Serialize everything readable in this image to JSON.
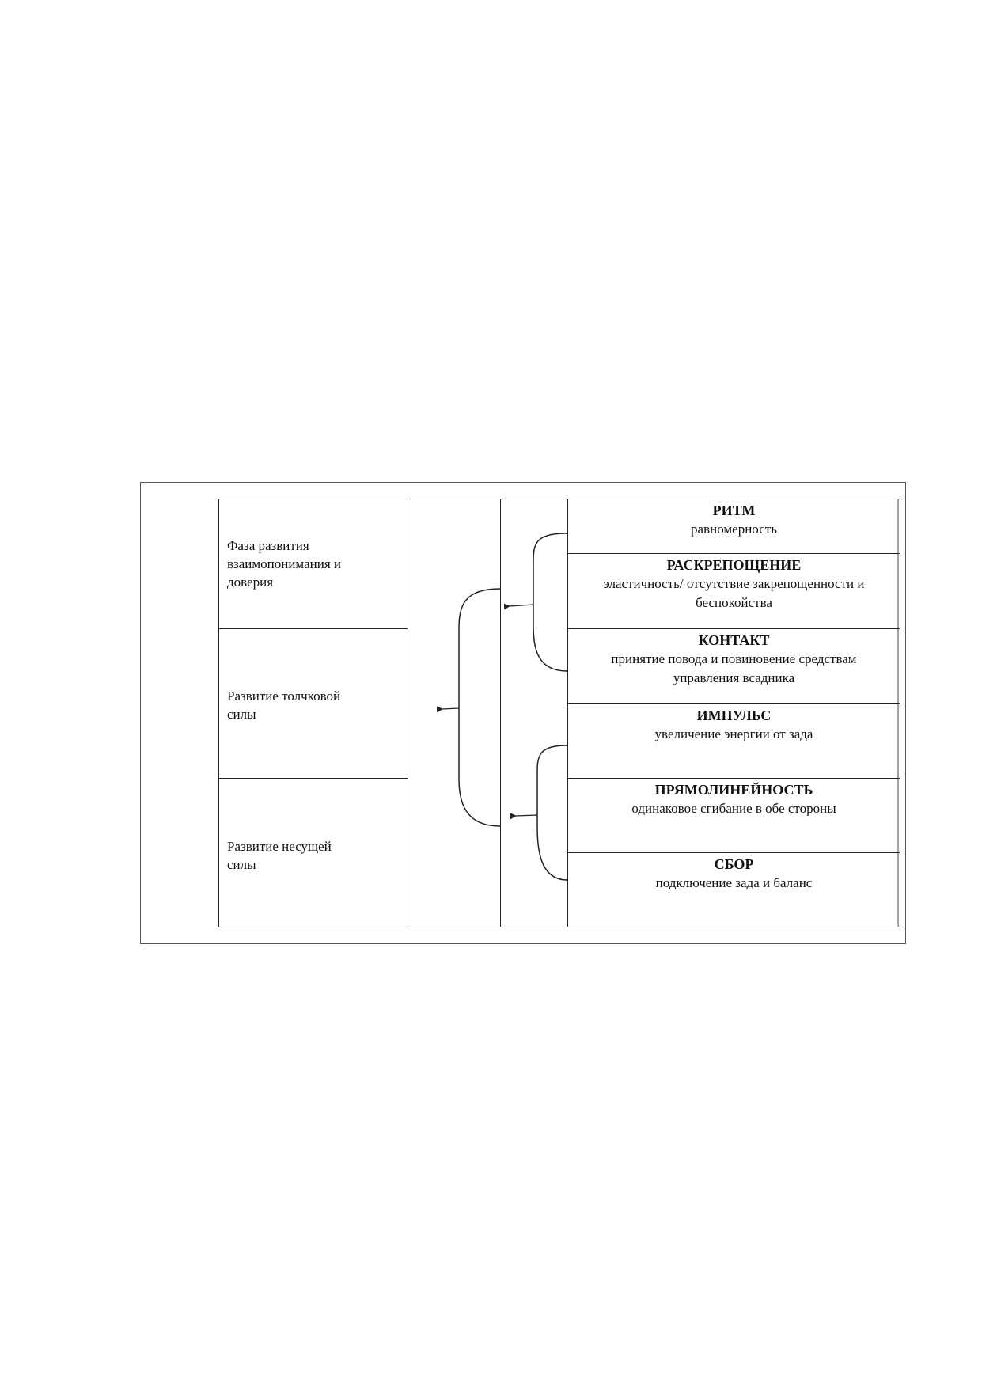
{
  "phases": [
    {
      "lines": [
        "Фаза развития",
        "взаимопонимания и",
        "доверия"
      ]
    },
    {
      "lines": [
        "Развитие толчковой",
        "силы"
      ]
    },
    {
      "lines": [
        "Развитие несущей",
        "силы"
      ]
    }
  ],
  "stages": [
    {
      "title": "РИТМ",
      "desc": [
        "равномерность"
      ]
    },
    {
      "title": "РАСКРЕПОЩЕНИЕ",
      "desc": [
        "эластичность/ отсутствие закрепощенности и",
        "беспокойства"
      ]
    },
    {
      "title": "КОНТАКТ",
      "desc": [
        "принятие повода и повиновение средствам",
        "управления всадника"
      ]
    },
    {
      "title": "ИМПУЛЬС",
      "desc": [
        "увеличение энергии от зада"
      ]
    },
    {
      "title": "ПРЯМОЛИНЕЙНОСТЬ",
      "desc": [
        "одинаковое сгибание в обе стороны"
      ]
    },
    {
      "title": "СБОР",
      "desc": [
        "подключение зада и баланс"
      ]
    }
  ]
}
